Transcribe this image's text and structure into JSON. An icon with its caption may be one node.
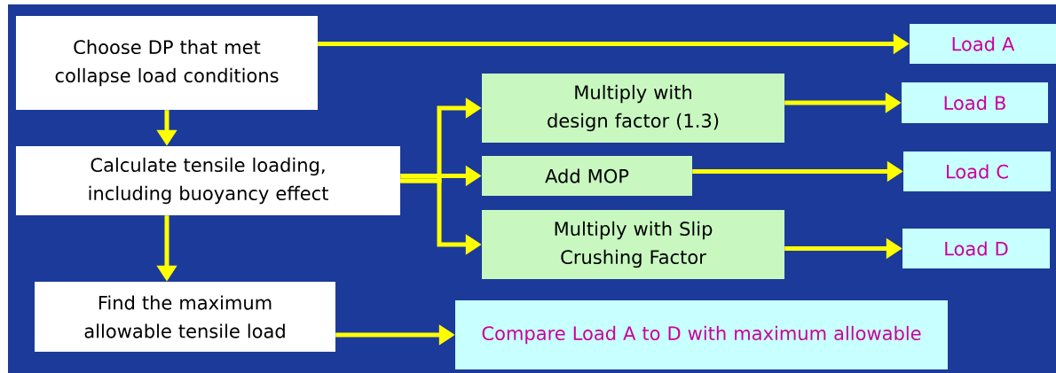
{
  "diagram": {
    "nodes": [
      {
        "text": [
          "Choose DP that met collapse load conditions"
        ]
      },
      {
        "text": [
          "Calculate tensile loading, including buoyancy effect"
        ]
      },
      {
        "text": [
          "Find the maximum allowable tensile load"
        ]
      },
      {
        "text": [
          "Multiply with design factor (1.3)"
        ]
      },
      {
        "text": [
          "Add MOP"
        ]
      },
      {
        "text": [
          "Multiply with Slip Crushing Factor"
        ]
      },
      {
        "text": [
          "Compare Load A to D with maximum allowable"
        ]
      },
      {
        "text": [
          "Load A"
        ]
      },
      {
        "text": [
          "Load B"
        ]
      },
      {
        "text": [
          "Load C"
        ]
      },
      {
        "text": [
          "Load D"
        ]
      }
    ],
    "edges": [
      {
        "from": 0,
        "to": 7,
        "arrow": "to"
      },
      {
        "from": 0,
        "to": 1,
        "arrow": "to"
      },
      {
        "from": 1,
        "to": 3,
        "arrow": "to"
      },
      {
        "from": 1,
        "to": 4,
        "arrow": "to"
      },
      {
        "from": 1,
        "to": 5,
        "arrow": "to"
      },
      {
        "from": 1,
        "to": 2,
        "arrow": "to"
      },
      {
        "from": 3,
        "to": 8,
        "arrow": "to"
      },
      {
        "from": 4,
        "to": 9,
        "arrow": "to"
      },
      {
        "from": 5,
        "to": 10,
        "arrow": "to"
      },
      {
        "from": 2,
        "to": 6,
        "arrow": "to"
      }
    ]
  }
}
